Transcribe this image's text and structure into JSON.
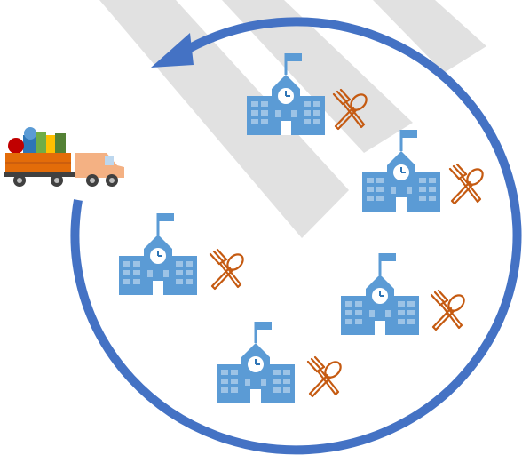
{
  "diagram": {
    "colors": {
      "background": "#ffffff",
      "watermark": "#d9d9d9",
      "loop_arrow": "#4472c4",
      "school_fill": "#5b9bd5",
      "school_light": "#9dc3e6",
      "school_window": "#ffffff",
      "clock_hand": "#2e75b6",
      "utensils": "#c55a11",
      "truck_cab": "#f4b183",
      "truck_bed": "#e36c09",
      "truck_wheel": "#404040"
    },
    "icons": {
      "watermark": "watermark-f-shape",
      "loop": "circular-arrow-icon",
      "vehicle": "delivery-truck-icon",
      "building": "school-building-icon",
      "meal": "fork-spoon-icon"
    },
    "schools": [
      {
        "name": "school-1"
      },
      {
        "name": "school-2"
      },
      {
        "name": "school-3"
      },
      {
        "name": "school-4"
      },
      {
        "name": "school-5"
      }
    ]
  }
}
